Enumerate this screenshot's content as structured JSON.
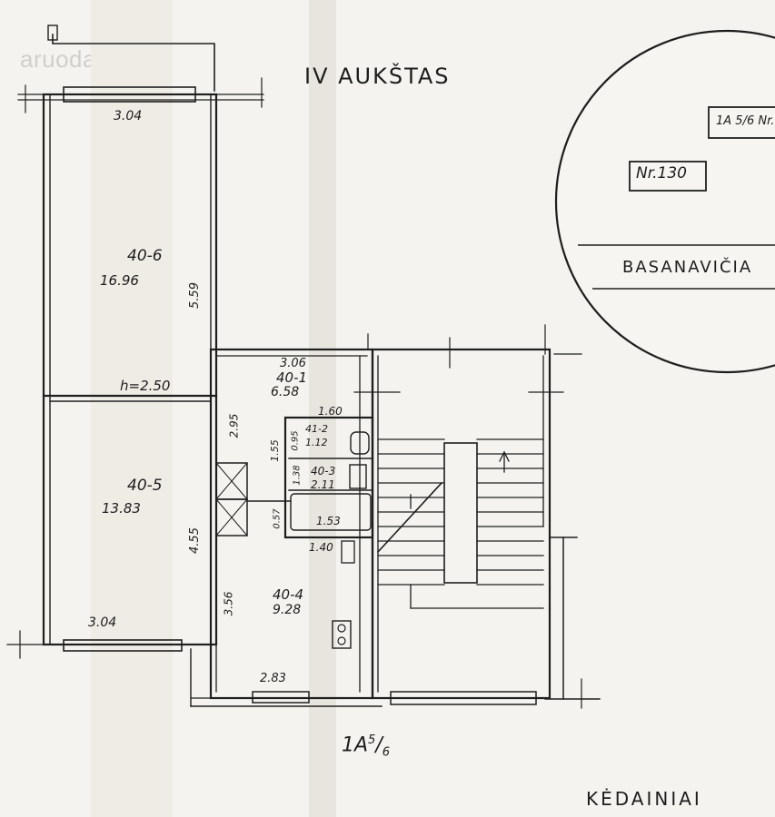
{
  "watermark": "aruodas.lt",
  "floor_title": "IV AUKŠTAS",
  "building_code": "1A",
  "building_fraction_top": "5",
  "building_fraction_bottom": "6",
  "city": "KĖDAINIAI",
  "inset": {
    "house_number": "Nr.130",
    "neighbour_label": "1A 5/6 Nr.",
    "street": "BASANAVIČIA"
  },
  "rooms": [
    {
      "code": "40-6",
      "area": "16.96"
    },
    {
      "code": "40-5",
      "area": "13.83"
    },
    {
      "code": "40-1",
      "area": "6.58"
    },
    {
      "code": "41-2",
      "area": "1.12"
    },
    {
      "code": "40-3",
      "area": "2.11"
    },
    {
      "code": "40-4",
      "area": "9.28"
    }
  ],
  "dimensions": {
    "top_width": "3.04",
    "bottom_width": "3.04",
    "room6_length": "5.59",
    "ceiling_height": "h=2.50",
    "hall_width": "3.06",
    "hall_depth": "2.95",
    "room5_length": "4.55",
    "wc_width": "1.60",
    "wc_depth": "0.95",
    "bath_depth": "1.55",
    "bath_side": "1.38",
    "bath_width": "1.53",
    "shaft_depth": "0.57",
    "kitchen_top": "1.40",
    "kitchen_depth": "3.56",
    "kitchen_width": "2.83"
  }
}
